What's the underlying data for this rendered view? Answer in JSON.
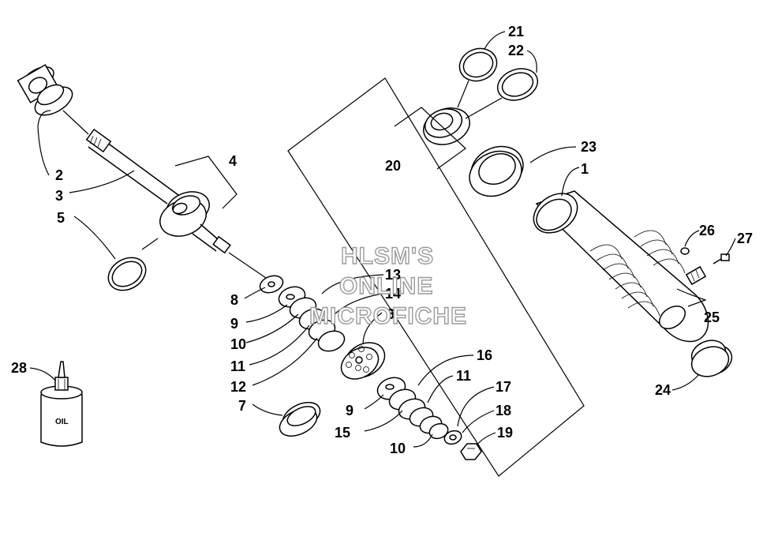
{
  "diagram": {
    "callouts": {
      "c1": "1",
      "c2": "2",
      "c3": "3",
      "c4": "4",
      "c5": "5",
      "c6": "6",
      "c7": "7",
      "c8": "8",
      "c9a": "9",
      "c9b": "9",
      "c10a": "10",
      "c10b": "10",
      "c11a": "11",
      "c11b": "11",
      "c12": "12",
      "c13": "13",
      "c14": "14",
      "c15": "15",
      "c16": "16",
      "c17": "17",
      "c18": "18",
      "c19": "19",
      "c20": "20",
      "c21": "21",
      "c22": "22",
      "c23": "23",
      "c24": "24",
      "c25": "25",
      "c26": "26",
      "c27": "27",
      "c28": "28"
    },
    "oil_label": "OIL",
    "watermark": [
      "HLSM'S",
      "ONLINE",
      "MICROFICHE"
    ]
  }
}
